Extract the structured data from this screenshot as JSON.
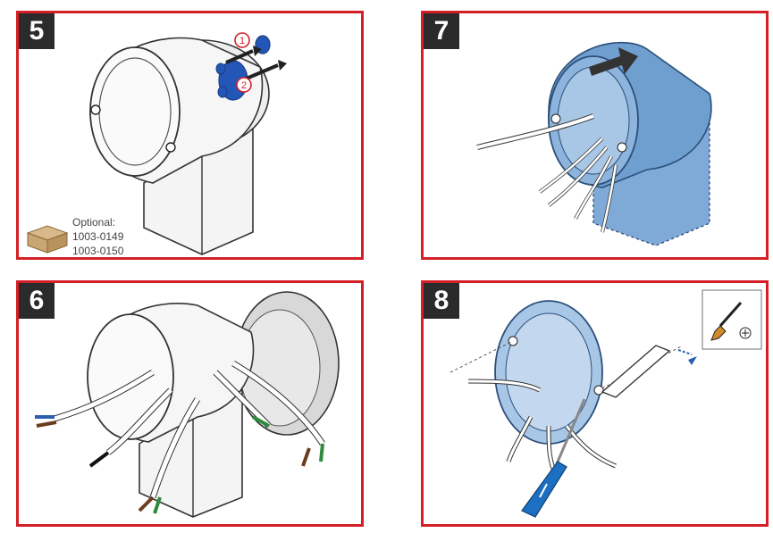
{
  "panels": [
    {
      "step": "5"
    },
    {
      "step": "7"
    },
    {
      "step": "6"
    },
    {
      "step": "8"
    }
  ],
  "marker_1": "1",
  "marker_2": "2",
  "optional_note": {
    "label": "Optional:",
    "codes": [
      "1003-0149",
      "1003-0150"
    ]
  },
  "colors": {
    "frame": "#d32027",
    "badge": "#2b2b2b",
    "blue_fill": "#6e9fcf",
    "seal_blue": "#2456b8",
    "wire_blue": "#2a5fb0",
    "wire_brown": "#6b3d1f",
    "wire_green": "#2e8b3c",
    "wire_black": "#111111",
    "screwdriver": "#1d6fc2"
  },
  "icons": [
    "screwdriver-icon",
    "phillips-head-icon",
    "box-icon",
    "arrow-icon"
  ]
}
